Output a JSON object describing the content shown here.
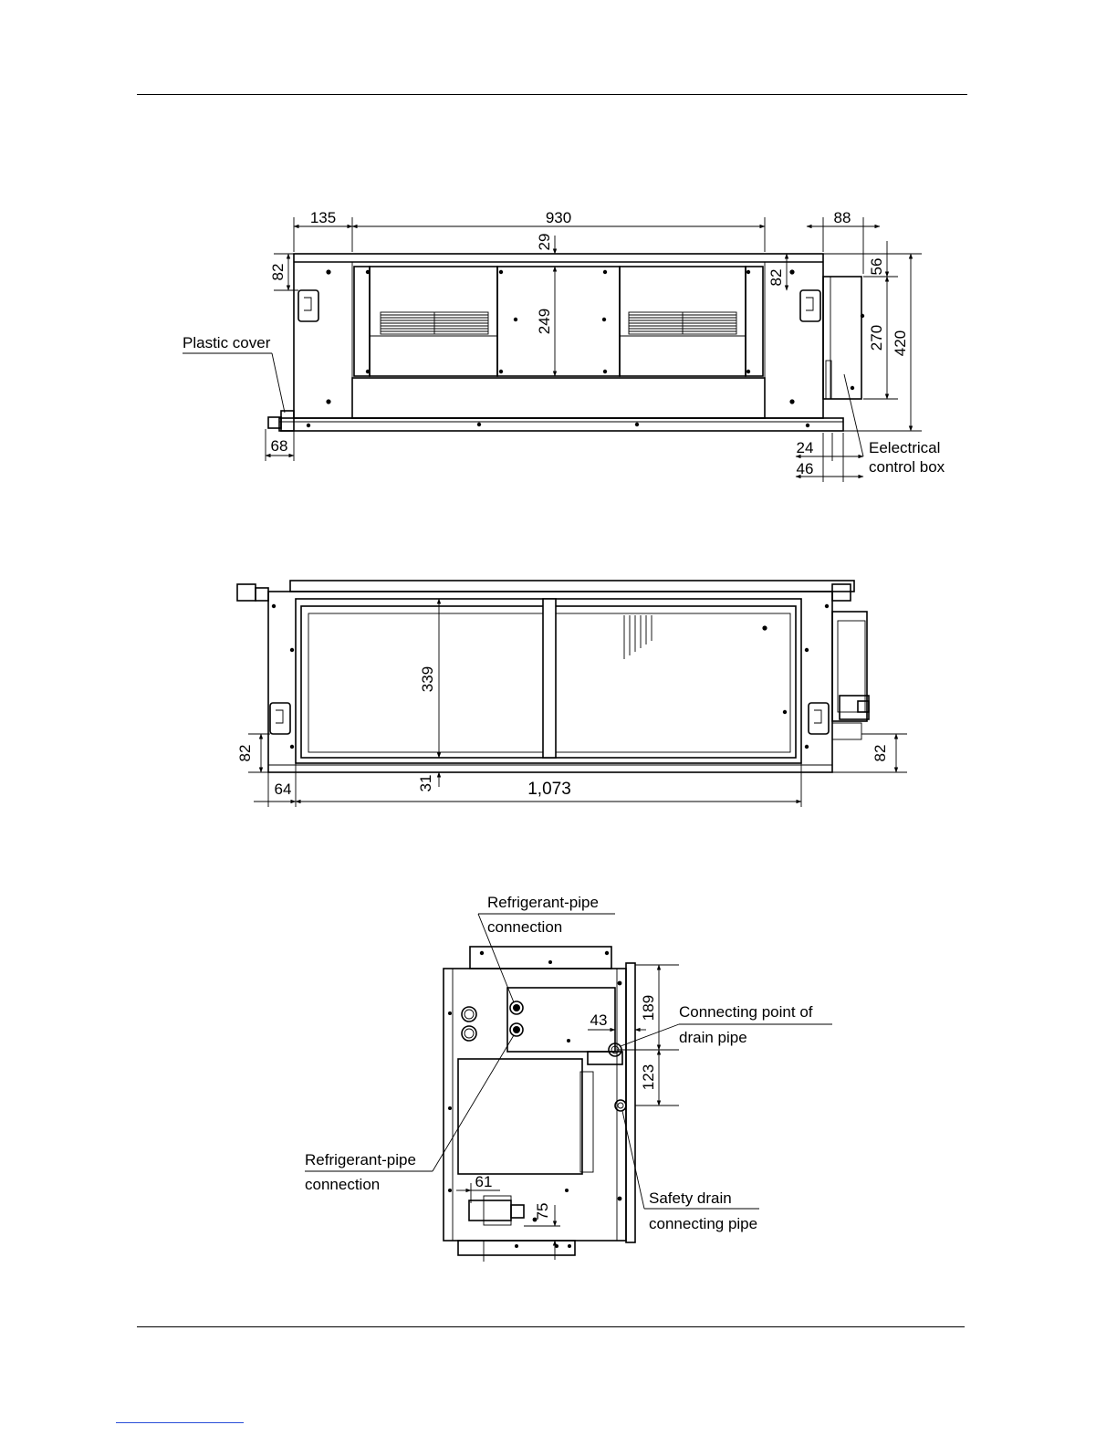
{
  "drawing1": {
    "dims": {
      "d135": "135",
      "d930": "930",
      "d88": "88",
      "d29": "29",
      "d82a": "82",
      "d82b": "82",
      "d56": "56",
      "d249": "249",
      "d270": "270",
      "d420": "420",
      "d68": "68",
      "d24": "24",
      "d46": "46"
    },
    "labels": {
      "plastic_cover": "Plastic cover",
      "elec_line1": "Eelectrical",
      "elec_line2": "control box"
    }
  },
  "drawing2": {
    "dims": {
      "d339": "339",
      "d82l": "82",
      "d82r": "82",
      "d64": "64",
      "d31": "31",
      "d1073": "1,073"
    }
  },
  "drawing3": {
    "dims": {
      "d189": "189",
      "d43": "43",
      "d123": "123",
      "d61": "61",
      "d75": "75"
    },
    "labels": {
      "ref_top_1": "Refrigerant-pipe",
      "ref_top_2": "connection",
      "ref_bot_1": "Refrigerant-pipe",
      "ref_bot_2": "connection",
      "drain_1": "Connecting point of",
      "drain_2": "drain pipe",
      "safety_1": "Safety drain",
      "safety_2": "connecting pipe"
    }
  }
}
